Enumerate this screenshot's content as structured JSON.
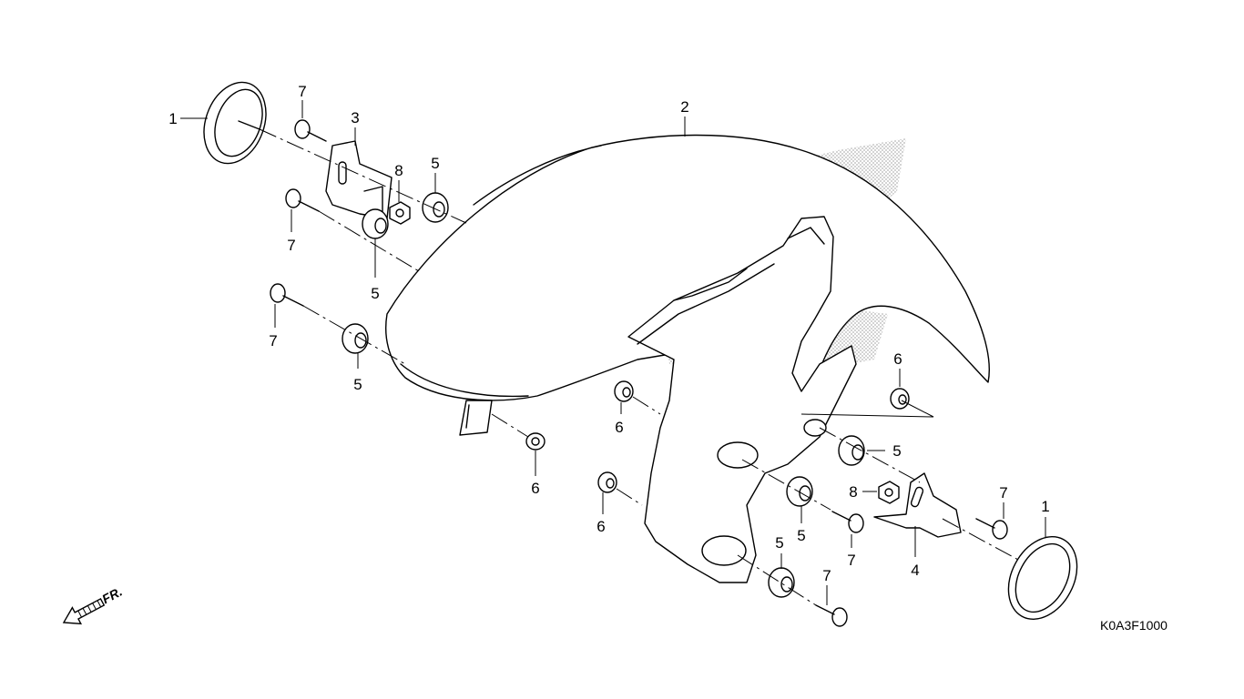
{
  "diagram": {
    "callouts": [
      {
        "id": "c1a",
        "label": "1"
      },
      {
        "id": "c1b",
        "label": "1"
      },
      {
        "id": "c2",
        "label": "2"
      },
      {
        "id": "c3",
        "label": "3"
      },
      {
        "id": "c4",
        "label": "4"
      },
      {
        "id": "c5a",
        "label": "5"
      },
      {
        "id": "c5b",
        "label": "5"
      },
      {
        "id": "c5c",
        "label": "5"
      },
      {
        "id": "c5d",
        "label": "5"
      },
      {
        "id": "c5e",
        "label": "5"
      },
      {
        "id": "c5f",
        "label": "5"
      },
      {
        "id": "c6a",
        "label": "6"
      },
      {
        "id": "c6b",
        "label": "6"
      },
      {
        "id": "c6c",
        "label": "6"
      },
      {
        "id": "c6d",
        "label": "6"
      },
      {
        "id": "c7a",
        "label": "7"
      },
      {
        "id": "c7b",
        "label": "7"
      },
      {
        "id": "c7c",
        "label": "7"
      },
      {
        "id": "c7d",
        "label": "7"
      },
      {
        "id": "c7e",
        "label": "7"
      },
      {
        "id": "c7f",
        "label": "7"
      },
      {
        "id": "c8a",
        "label": "8"
      },
      {
        "id": "c8b",
        "label": "8"
      }
    ],
    "direction_label": "FR.",
    "figure_code": "K0A3F1000",
    "watermark_color": "#9a9a9a"
  }
}
